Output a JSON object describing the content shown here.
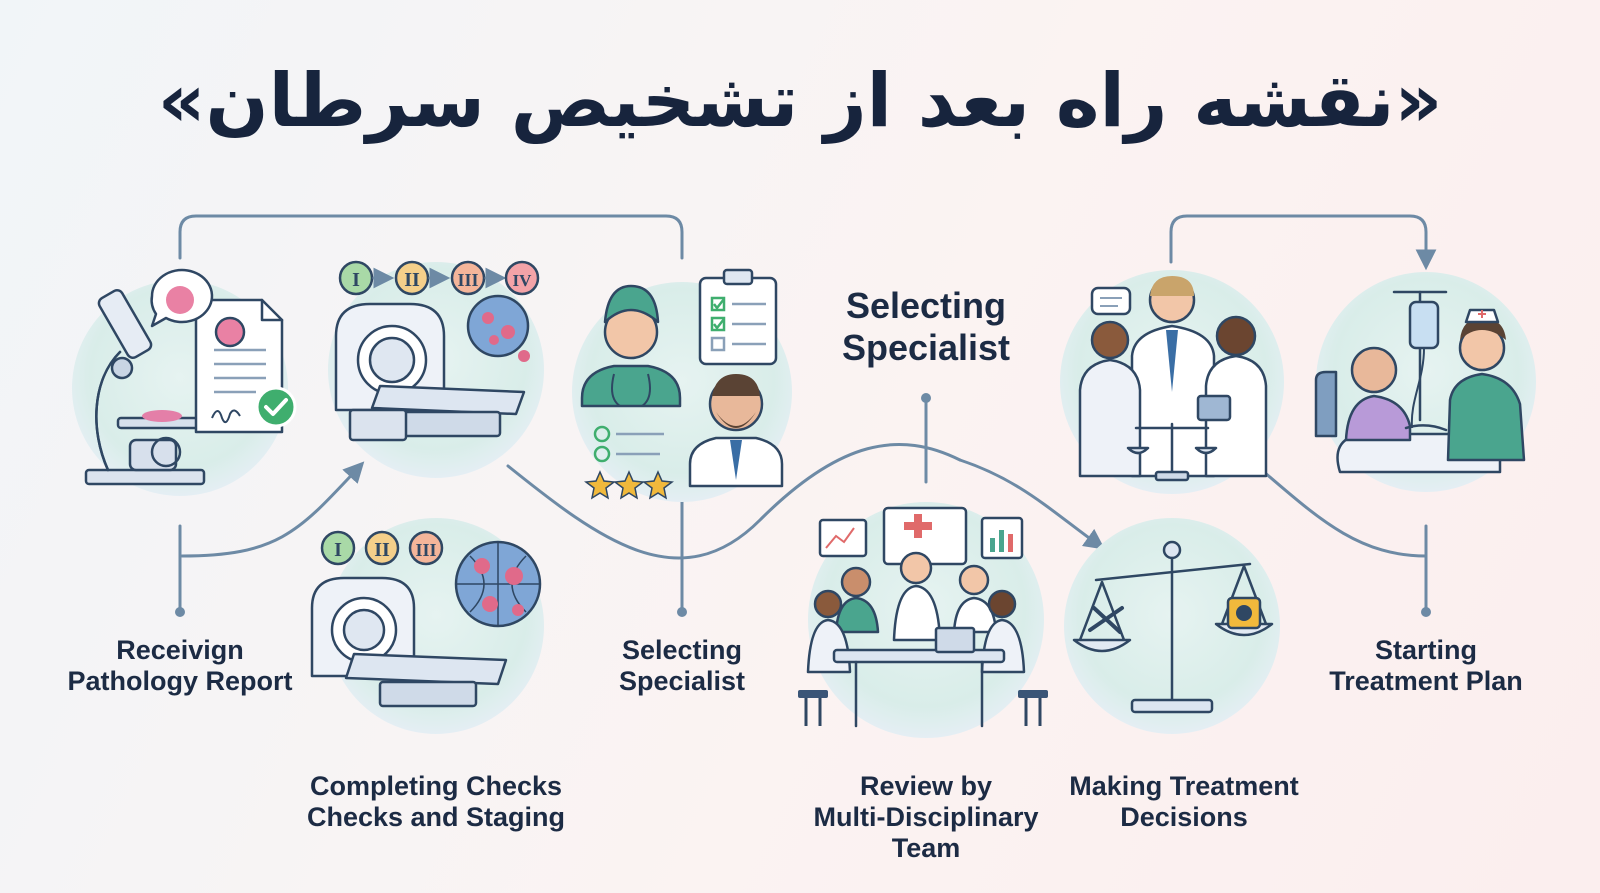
{
  "title": "«نقشه راه بعد از تشخیص سرطان»",
  "steps": [
    {
      "id": "receive",
      "lines": [
        "Receivign",
        "Pathology Report"
      ]
    },
    {
      "id": "staging",
      "lines": [
        "Completing Checks",
        "Checks and Staging"
      ]
    },
    {
      "id": "select",
      "lines": [
        "Selecting",
        "Specialist"
      ]
    },
    {
      "id": "select_top",
      "lines": [
        "Selecting",
        "Specialist"
      ]
    },
    {
      "id": "mdt",
      "lines": [
        "Review by",
        "Multi-Disciplinary",
        "Team"
      ]
    },
    {
      "id": "decide",
      "lines": [
        "Making Treatment",
        "Decisions"
      ]
    },
    {
      "id": "start",
      "lines": [
        "Starting",
        "Treatment Plan"
      ]
    }
  ],
  "stage_badges_top": [
    "I",
    "II",
    "III",
    "IV"
  ],
  "stage_badges_bottom": [
    "I",
    "II",
    "III"
  ],
  "colors": {
    "connector": "#6d8aa5",
    "disc_inner": "#ddf0ee",
    "disc_outer": "#eef3fa",
    "badge_green": "#a9d9a7",
    "badge_yellow": "#f4cf8a",
    "badge_orange": "#f4b59a",
    "badge_red": "#f3a3a8",
    "check_green": "#3fae6e",
    "scrub_teal": "#4aa58e",
    "tumor_pink": "#e06a8a"
  },
  "icons": [
    "microscope-icon",
    "pathology-report-icon",
    "mri-scanner-icon",
    "globe-cells-icon",
    "nurse-icon",
    "doctor-icon",
    "checklist-icon",
    "stars-icon",
    "team-meeting-icon",
    "scales-icon",
    "iv-drip-icon",
    "patient-bed-icon"
  ]
}
